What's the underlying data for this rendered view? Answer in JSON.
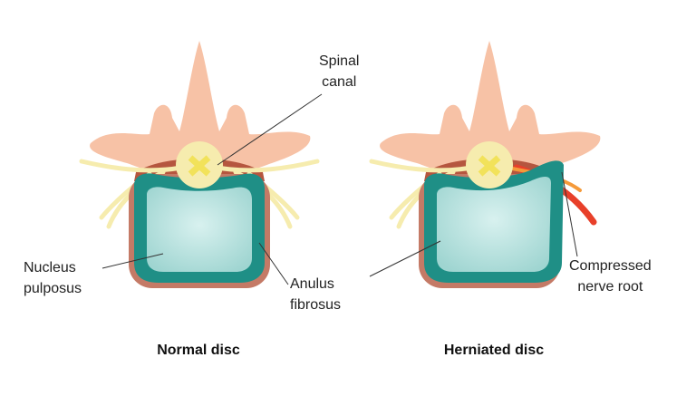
{
  "labels": {
    "spinal_canal": [
      "Spinal",
      "canal"
    ],
    "nucleus_pulposus": [
      "Nucleus",
      "pulposus"
    ],
    "anulus_fibrosus": [
      "Anulus",
      "fibrosus"
    ],
    "compressed_nerve_root": [
      "Compressed",
      "nerve root"
    ]
  },
  "captions": {
    "normal": "Normal disc",
    "herniated": "Herniated disc"
  },
  "colors": {
    "bone": "#f7c2a6",
    "bone_shadow": "#c9745c",
    "nerve": "#f6ecae",
    "anulus": "#1f8f86",
    "nucleus": "#bfe6e3",
    "compressed_nerve": "#e8402a"
  }
}
